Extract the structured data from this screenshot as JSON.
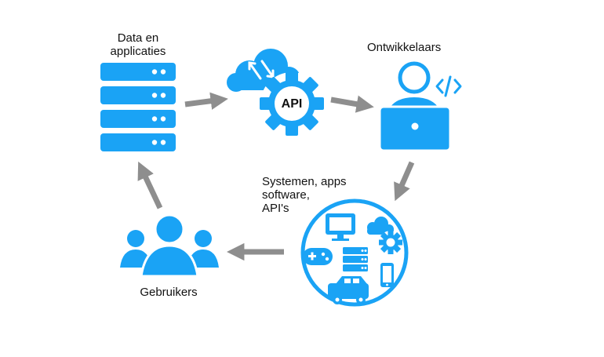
{
  "colors": {
    "primary": "#1aa3f5",
    "arrow": "#8e8e8e",
    "text": "#111111",
    "background": "#ffffff"
  },
  "labels": {
    "data_line1": "Data en",
    "data_line2": "applicaties",
    "api": "API",
    "developers": "Ontwikkelaars",
    "systems_line1": "Systemen, apps",
    "systems_line2": "software,",
    "systems_line3": "API's",
    "users": "Gebruikers"
  },
  "icons": {
    "data": "server-stack-icon",
    "api": "cloud-gear-icon",
    "developers": "developer-laptop-icon",
    "systems": "devices-circle-icon",
    "users": "user-group-icon"
  }
}
